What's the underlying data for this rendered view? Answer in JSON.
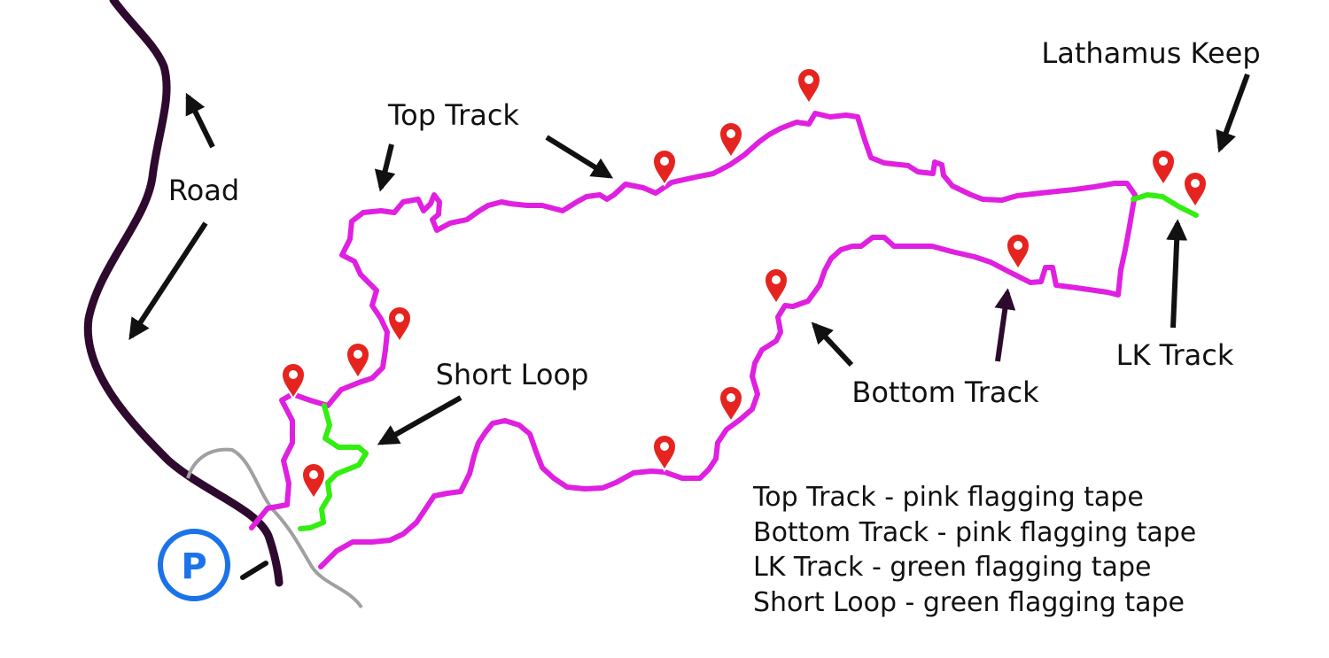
{
  "labels": {
    "road": "Road",
    "top_track": "Top Track",
    "short_loop": "Short Loop",
    "bottom_track": "Bottom Track",
    "lathamus_keep": "Lathamus Keep",
    "lk_track": "LK Track"
  },
  "legend": [
    "Top Track - pink flagging tape",
    "Bottom Track - pink flagging tape",
    "LK Track - green flagging tape",
    "Short Loop - green flagging tape"
  ],
  "parking": {
    "letter": "P",
    "icon": "parking-icon"
  },
  "colors": {
    "road": "#2e0a2e",
    "pink_track": "#e020e0",
    "green_track": "#33ee11",
    "side_path": "#a0a0a0",
    "marker": "#e52420",
    "parking": "#1a73e8",
    "arrow": "#111111",
    "bottom_track_arrow": "#2e0a2e"
  },
  "icons": {
    "marker": "map-pin-icon",
    "arrow": "arrow-icon"
  }
}
